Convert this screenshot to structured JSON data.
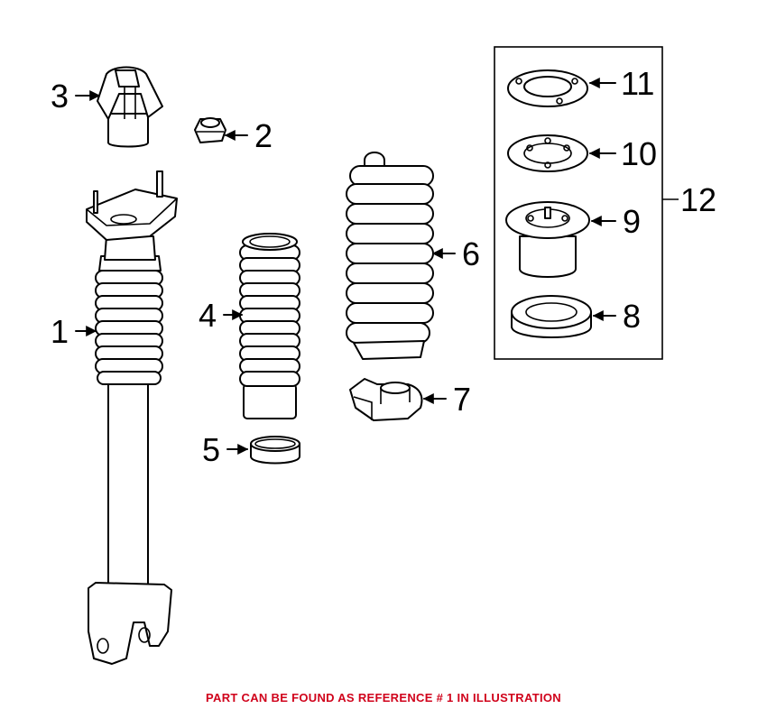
{
  "callouts": {
    "c1": "1",
    "c2": "2",
    "c3": "3",
    "c4": "4",
    "c5": "5",
    "c6": "6",
    "c7": "7",
    "c8": "8",
    "c9": "9",
    "c10": "10",
    "c11": "11",
    "c12": "12"
  },
  "footer_note": "PART CAN BE FOUND AS REFERENCE # 1 IN ILLUSTRATION",
  "colors": {
    "footer": "#d0021b",
    "lines": "#000000",
    "background": "#ffffff"
  }
}
